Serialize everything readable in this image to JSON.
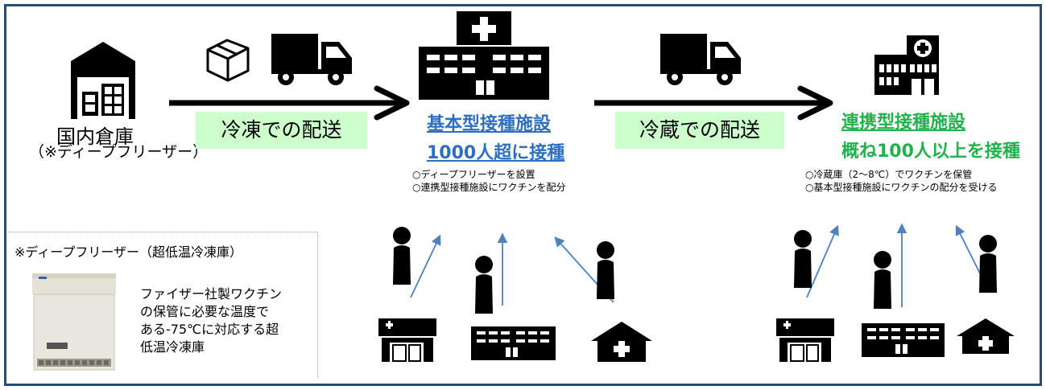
{
  "colors": {
    "frame": "#1f4e79",
    "facility_blue": "#2f6fbf",
    "facility_green": "#22b14c",
    "label_bg": "#ccffcc",
    "thin_arrow": "#4f81bd"
  },
  "warehouse": {
    "icon": "warehouse-icon",
    "name": "国内倉庫",
    "note": "（※ディープフリーザー）"
  },
  "transport": [
    {
      "label": "冷凍での配送",
      "icons": [
        "box-icon",
        "truck-icon"
      ]
    },
    {
      "label": "冷蔵での配送",
      "icons": [
        "truck-icon"
      ]
    }
  ],
  "basic_facility": {
    "icon": "hospital-icon",
    "title_line1": "基本型接種施設",
    "title_line2": "1000人超に接種",
    "notes": [
      "○ディープフリーザーを設置",
      "○連携型接種施設にワクチンを配分"
    ]
  },
  "partner_facility": {
    "icon": "clinic-icon",
    "title_line1": "連携型接種施設",
    "title_line2": "概ね100人以上を接種",
    "notes": [
      "○冷蔵庫（2～8℃）でワクチンを保管",
      "○基本型接種施設にワクチンの配分を受ける"
    ]
  },
  "freezer_note": {
    "heading": "※ディープフリーザー（超低温冷凍庫）",
    "lines": [
      "ファイザー社製ワクチン",
      "の保管に必要な温度で",
      "ある-75℃に対応する超",
      "低温冷凍庫"
    ],
    "image": "freezer-image"
  },
  "bottom_icons": [
    "clinic-small-icon",
    "building-icon",
    "house-icon",
    "person-icon"
  ]
}
